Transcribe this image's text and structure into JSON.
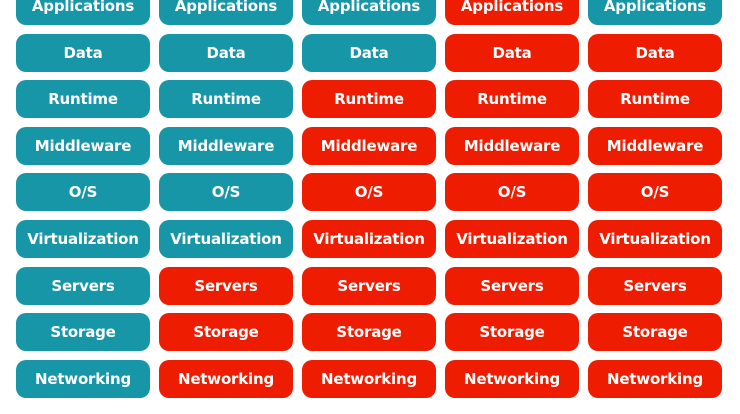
{
  "colors": {
    "customer": "#1796A8",
    "provider": "#EE1C00",
    "text": "#FFFFFF"
  },
  "layers": [
    "Applications",
    "Data",
    "Runtime",
    "Middleware",
    "O/S",
    "Virtualization",
    "Servers",
    "Storage",
    "Networking"
  ],
  "columns": [
    {
      "provider_from_layer": 9
    },
    {
      "provider_from_layer": 6
    },
    {
      "provider_from_layer": 2
    },
    {
      "provider_from_layer": 0
    },
    {
      "provider_from_layer": 1
    }
  ]
}
